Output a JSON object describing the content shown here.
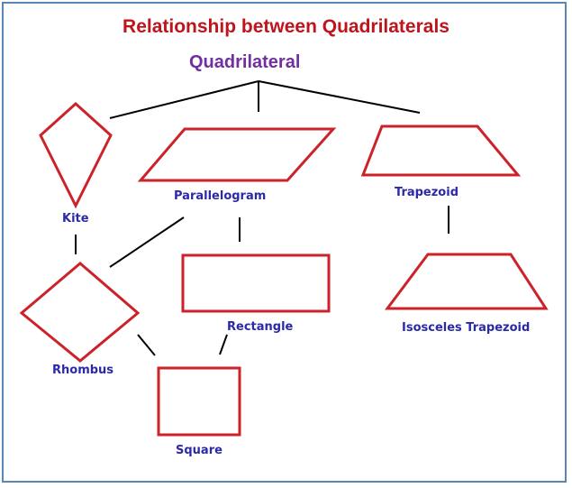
{
  "title": "Relationship between Quadrilaterals",
  "root": "Quadrilateral",
  "shapes": {
    "kite": "Kite",
    "parallelogram": "Parallelogram",
    "trapezoid": "Trapezoid",
    "rhombus": "Rhombus",
    "rectangle": "Rectangle",
    "isosceles_trapezoid": "Isosceles Trapezoid",
    "square": "Square"
  },
  "colors": {
    "title": "#c0141c",
    "root": "#7030a0",
    "shape_stroke": "#cc2229",
    "label": "#2a2aa8",
    "connector": "#000000",
    "frame": "#5b86b5"
  }
}
